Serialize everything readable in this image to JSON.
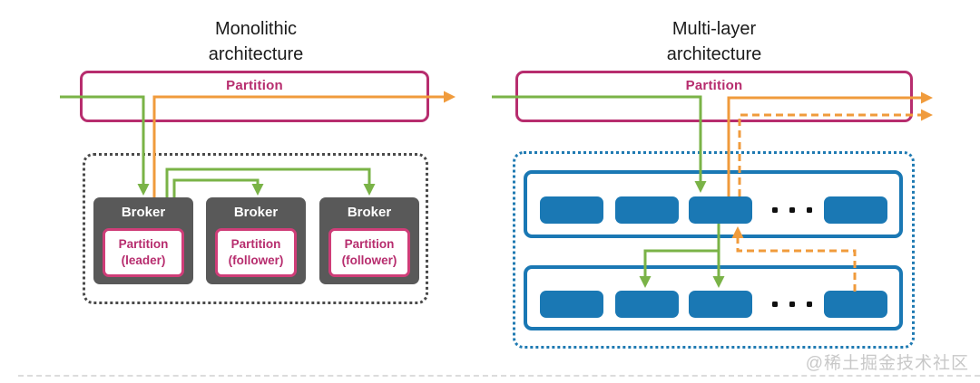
{
  "left": {
    "title": {
      "line1": "Monolithic",
      "line2": "architecture"
    },
    "partition_label": "Partition",
    "brokers": [
      {
        "label": "Broker",
        "partition": {
          "line1": "Partition",
          "line2": "(leader)"
        }
      },
      {
        "label": "Broker",
        "partition": {
          "line1": "Partition",
          "line2": "(follower)"
        }
      },
      {
        "label": "Broker",
        "partition": {
          "line1": "Partition",
          "line2": "(follower)"
        }
      }
    ]
  },
  "right": {
    "title": {
      "line1": "Multi-layer",
      "line2": "architecture"
    },
    "partition_label": "Partition",
    "layers": [
      {
        "ellipsis": "..."
      },
      {
        "ellipsis": "..."
      }
    ]
  },
  "watermark": "@稀土掘金技术社区",
  "colors": {
    "pink": "#b72d6e",
    "pink_bright": "#cf3d78",
    "green": "#7ab347",
    "orange": "#f09b3c",
    "blue": "#1a78b4",
    "broker_gray": "#595959",
    "cluster_dotted_gray": "#4a4a4a",
    "cluster_dotted_blue": "#1f7ab2",
    "watermark_gray": "#c8c8c8"
  }
}
